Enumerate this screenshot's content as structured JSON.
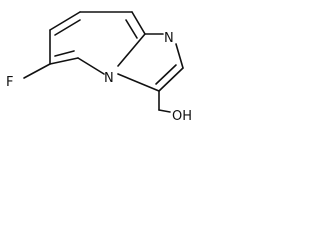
{
  "molecule": {
    "atoms": {
      "fluorine": "F",
      "ring_nitrogen_top": "N",
      "ring_nitrogen_bridge": "N",
      "hydroxyl": "OH"
    }
  },
  "colors": {
    "bond": "#111111",
    "background": "#ffffff"
  }
}
